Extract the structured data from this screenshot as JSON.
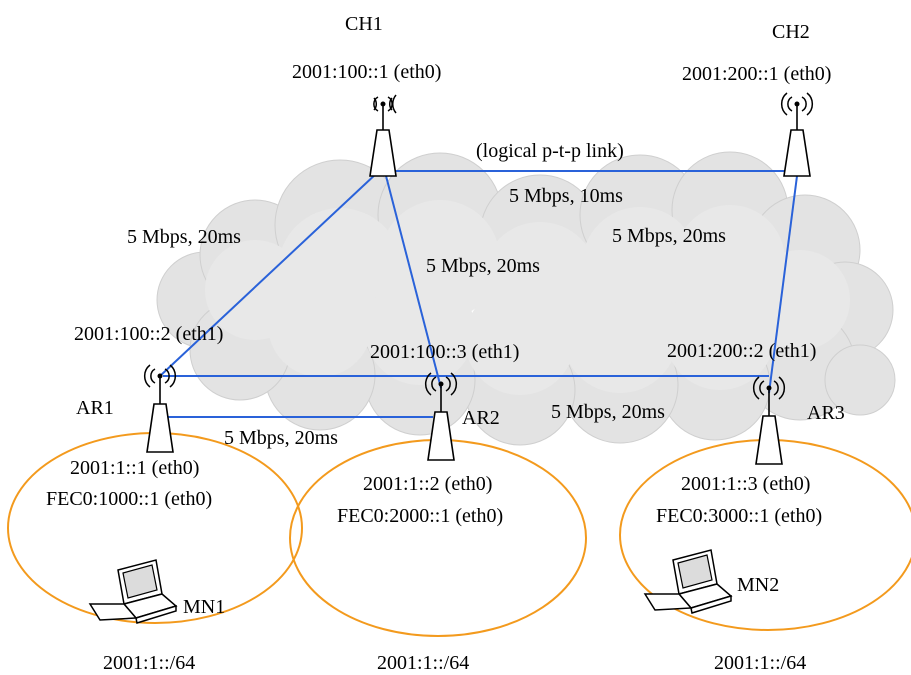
{
  "nodes": {
    "ch1": {
      "name": "CH1",
      "addr": "2001:100::1 (eth0)"
    },
    "ch2": {
      "name": "CH2",
      "addr": "2001:200::1 (eth0)"
    },
    "ar1": {
      "name": "AR1",
      "addr_eth1": "2001:100::2 (eth1)",
      "addr_eth0": "2001:1::1 (eth0)",
      "addr_fec": "FEC0:1000::1 (eth0)"
    },
    "ar2": {
      "name": "AR2",
      "addr_eth1": "2001:100::3 (eth1)",
      "addr_eth0": "2001:1::2 (eth0)",
      "addr_fec": "FEC0:2000::1 (eth0)"
    },
    "ar3": {
      "name": "AR3",
      "addr_eth1": "2001:200::2 (eth1)",
      "addr_eth0": "2001:1::3 (eth0)",
      "addr_fec": "FEC0:3000::1 (eth0)"
    },
    "mn1": {
      "name": "MN1"
    },
    "mn2": {
      "name": "MN2"
    }
  },
  "links": {
    "ch1_ch2_note": "(logical p-t-p link)",
    "ch1_ch2": "5 Mbps, 10ms",
    "ch1_ar1": "5 Mbps, 20ms",
    "ch1_ar2": "5 Mbps, 20ms",
    "ch2_ar3": "5 Mbps, 20ms",
    "ar1_ar2": "5 Mbps, 20ms",
    "ar_ar3": "5 Mbps, 20ms"
  },
  "subnets": {
    "left": "2001:1::/64",
    "middle": "2001:1::/64",
    "right": "2001:1::/64"
  },
  "colors": {
    "link": "#2a62d9",
    "coverage": "#f39a1d",
    "cloud": "#e3e3e3"
  }
}
